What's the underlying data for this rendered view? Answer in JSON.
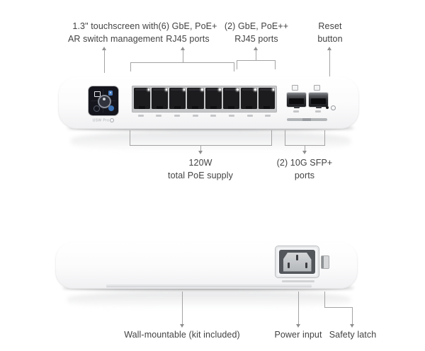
{
  "colors": {
    "label_text": "#424242",
    "callout_line": "#a3a3a3",
    "device_body": "#fbfbfc",
    "screen_bg": "#15161d",
    "screen_accent_blue": "#3c72b4",
    "port_dark": "#1c1c1f",
    "bezel_gray": "#c6c7c9",
    "led_white": "#ffffff"
  },
  "front_view": {
    "callouts": {
      "touchscreen": {
        "line1": "1.3\" touchscreen with",
        "line2": "AR switch management"
      },
      "poe_plus": {
        "line1": "(6) GbE, PoE+",
        "line2": "RJ45 ports"
      },
      "poe_plus_plus": {
        "line1": "(2) GbE, PoE++",
        "line2": "RJ45 ports"
      },
      "reset": {
        "line1": "Reset",
        "line2": "button"
      },
      "poe_supply": {
        "line1": "120W",
        "line2": "total PoE supply"
      },
      "sfp": {
        "line1": "(2) 10G SFP+",
        "line2": "ports"
      }
    },
    "device": {
      "model_label": "USW Pro",
      "rj45_port_count": 8,
      "sfp_port_count": 2
    }
  },
  "rear_view": {
    "callouts": {
      "wall_mount": "Wall-mountable (kit included)",
      "power_input": "Power input",
      "safety_latch": "Safety latch"
    }
  }
}
